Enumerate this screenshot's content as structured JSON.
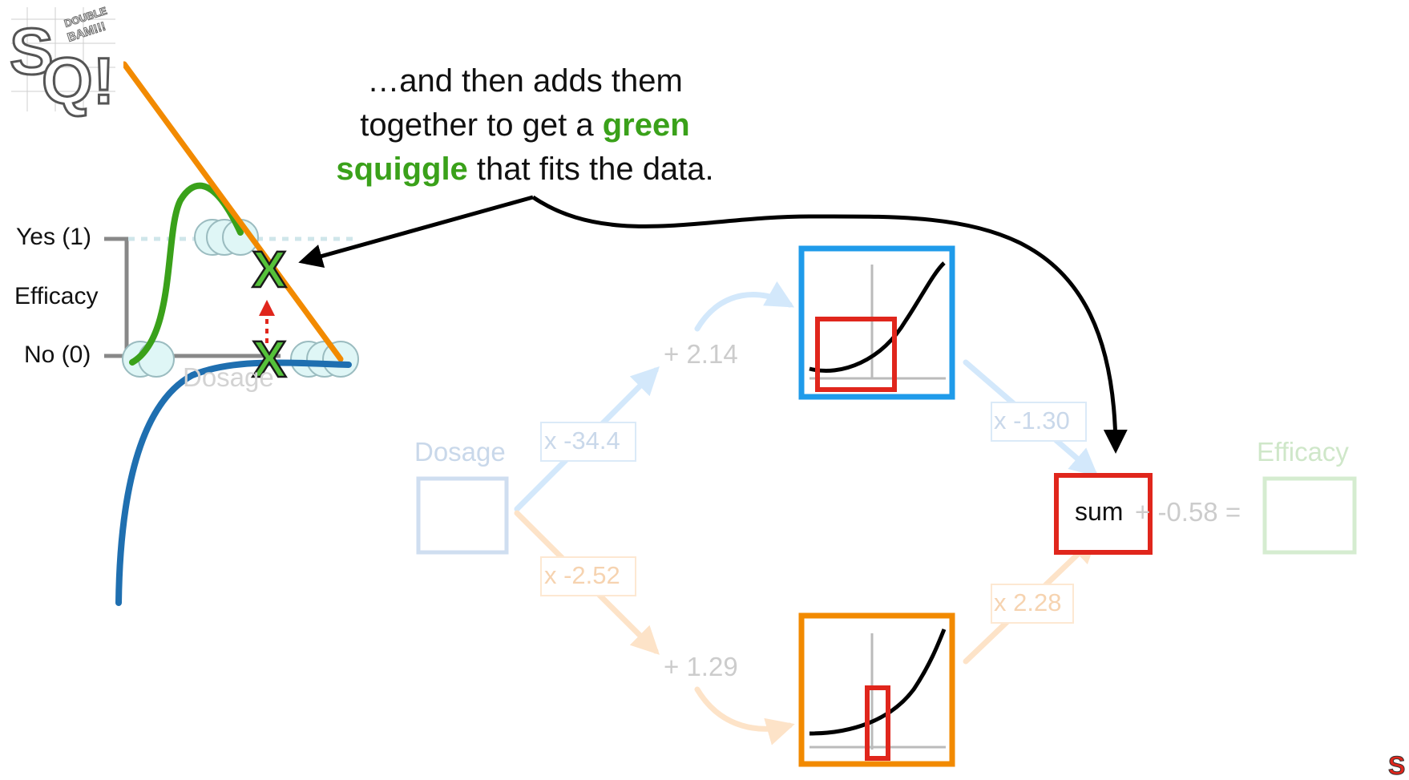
{
  "caption": {
    "line1": "…and then adds them",
    "line2_pre": "together to get a ",
    "line2_hl": "green",
    "line3_hl": "squiggle",
    "line3_post": " that fits the data."
  },
  "graph": {
    "y_top_label": "Yes (1)",
    "y_bottom_label": "No (0)",
    "y_axis_label": "Efficacy",
    "x_axis_label": "Dosage"
  },
  "network": {
    "input_label": "Dosage",
    "output_label": "Efficacy",
    "weight_top": "x -34.4",
    "weight_bottom": "x -2.52",
    "bias_top": "+ 2.14",
    "bias_bottom": "+ 1.29",
    "weight_out_top": "x -1.30",
    "weight_out_bottom": "x 2.28",
    "sum_label": "sum",
    "final_bias": "+ -0.58 ="
  },
  "logo": {
    "text": "SQ!",
    "sub": "DOUBLE BAM!!!"
  },
  "colors": {
    "green": "#3aa11a",
    "orange": "#f28a00",
    "blue": "#1f6fb0",
    "red": "#e0261c",
    "node_blue": "#1f9bea",
    "faded_text": "#c8c8c8"
  }
}
